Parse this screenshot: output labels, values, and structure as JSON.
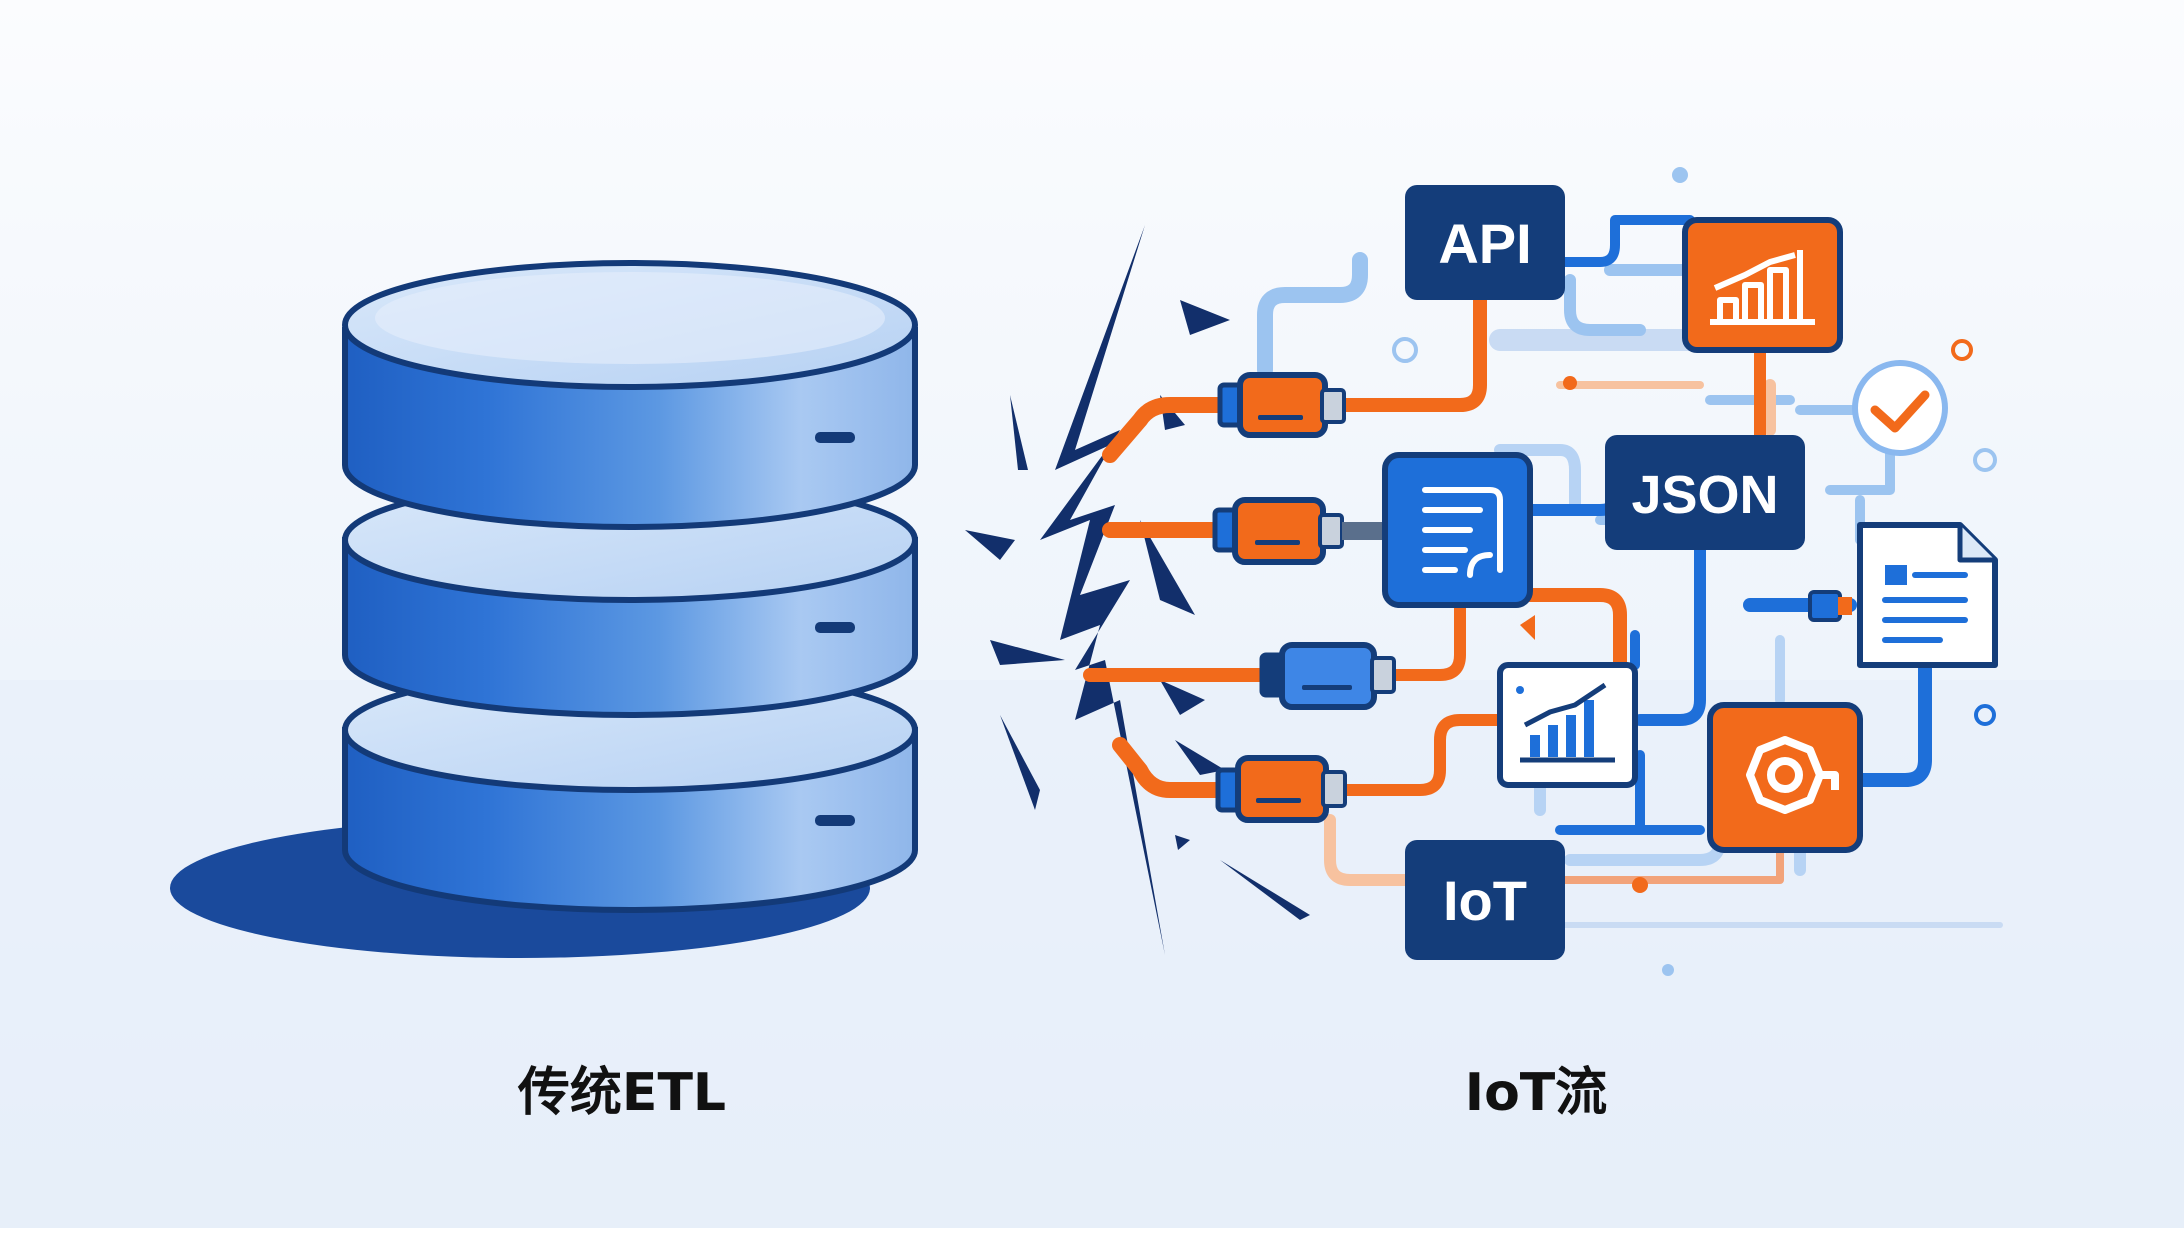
{
  "captions": {
    "left": "传统ETL",
    "right": "IoT流"
  },
  "nodes": {
    "api": "API",
    "json": "JSON",
    "iot": "IoT"
  },
  "icons": {
    "database": "database-icon",
    "crack": "crack-icon",
    "document": "document-icon",
    "bar_chart": "bar-chart-icon",
    "line_chart": "line-chart-icon",
    "gear": "gear-icon",
    "check": "check-circle-icon",
    "file": "file-icon"
  },
  "colors": {
    "navy": "#143d7a",
    "blue": "#1e6fd9",
    "light_blue": "#8ab8ef",
    "orange": "#f26a1b",
    "background": "#f4f8fc"
  }
}
